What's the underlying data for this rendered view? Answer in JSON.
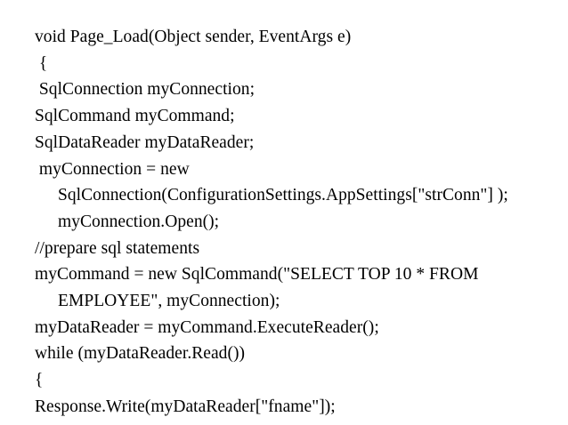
{
  "document": {
    "type": "code-slide",
    "language": "C#",
    "background_color": "#ffffff",
    "text_color": "#000000",
    "code_lines": [
      {
        "id": "line-1",
        "text": "void Page_Load(Object sender, EventArgs e)",
        "leading_space": false,
        "wraps": false
      },
      {
        "id": "line-2",
        "text": " {",
        "leading_space": true,
        "wraps": false
      },
      {
        "id": "line-3",
        "text": " SqlConnection myConnection;",
        "leading_space": true,
        "wraps": false
      },
      {
        "id": "line-4",
        "text": "SqlCommand myCommand;",
        "leading_space": false,
        "wraps": false
      },
      {
        "id": "line-5",
        "text": "SqlDataReader myDataReader;",
        "leading_space": false,
        "wraps": false
      },
      {
        "id": "line-6",
        "text": " myConnection = new SqlConnection(ConfigurationSettings.AppSettings[\"strConn\"] ); myConnection.Open();",
        "leading_space": true,
        "wraps": true
      },
      {
        "id": "line-7",
        "text": "//prepare sql statements",
        "leading_space": false,
        "wraps": false
      },
      {
        "id": "line-8",
        "text": "myCommand = new SqlCommand(\"SELECT TOP 10 * FROM EMPLOYEE\", myConnection);",
        "leading_space": false,
        "wraps": true
      },
      {
        "id": "line-9",
        "text": "myDataReader = myCommand.ExecuteReader();",
        "leading_space": false,
        "wraps": false
      },
      {
        "id": "line-10",
        "text": "while (myDataReader.Read())",
        "leading_space": false,
        "wraps": false
      },
      {
        "id": "line-11",
        "text": "{",
        "leading_space": false,
        "wraps": false
      },
      {
        "id": "line-12",
        "text": "Response.Write(myDataReader[\"fname\"]);",
        "leading_space": false,
        "wraps": false
      }
    ]
  }
}
